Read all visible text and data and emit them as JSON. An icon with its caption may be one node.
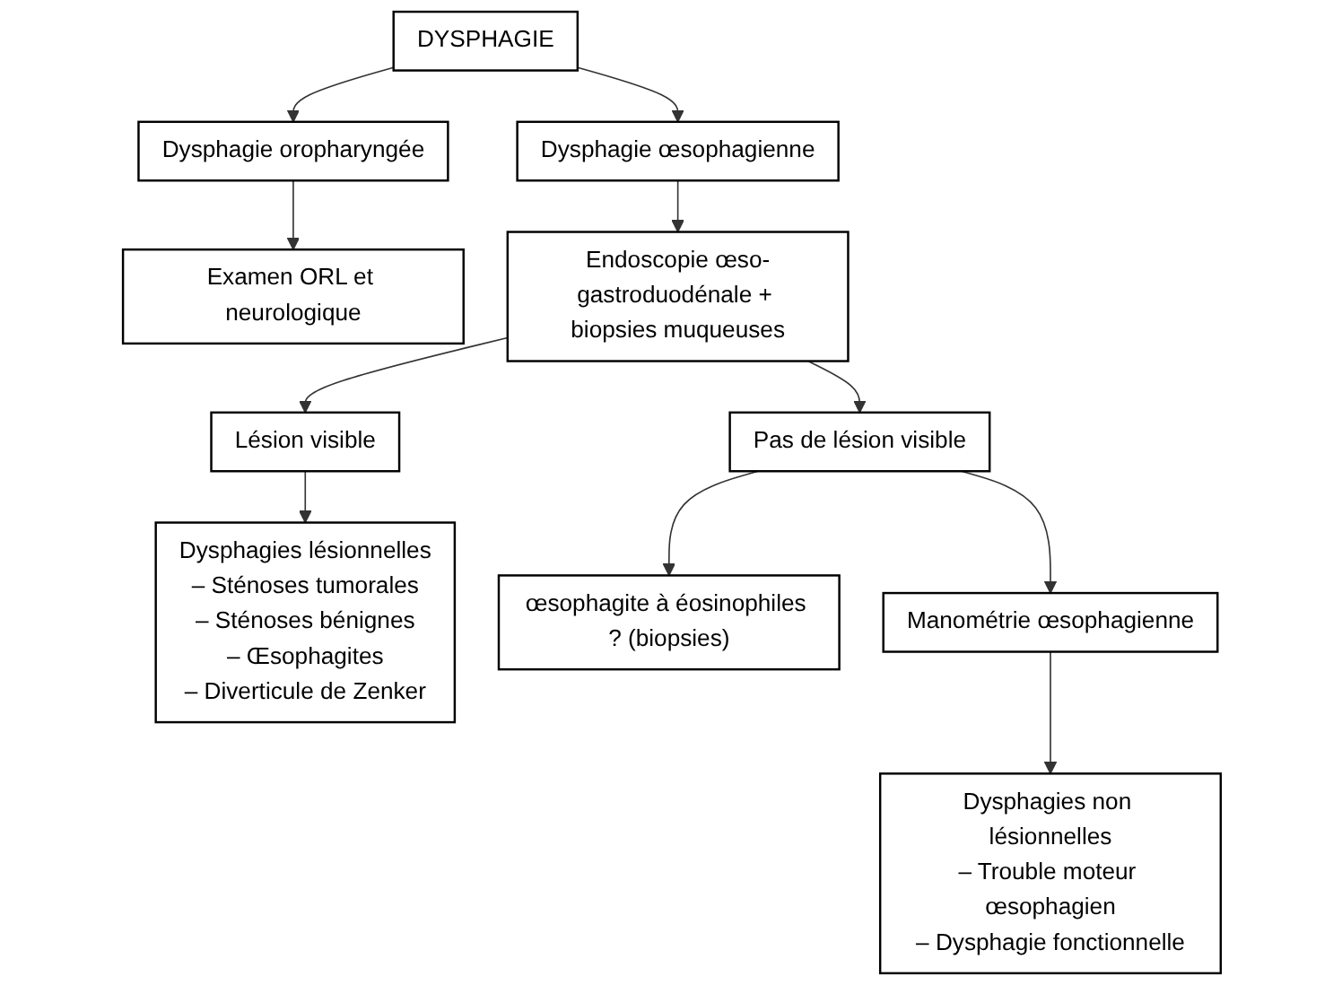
{
  "diagram": {
    "nodes": [
      {
        "text": [
          "DYSPHAGIE"
        ]
      },
      {
        "text": [
          "Dysphagie oropharyngée"
        ]
      },
      {
        "text": [
          "Dysphagie œsophagienne"
        ]
      },
      {
        "text": [
          "Examen ORL et neurologique"
        ]
      },
      {
        "text": [
          "Endoscopie œso-gastroduodénale + biopsies muqueuses"
        ]
      },
      {
        "text": [
          "Lésion visible"
        ]
      },
      {
        "text": [
          "Pas de lésion visible"
        ]
      },
      {
        "text": [
          "Dysphagies lésionnelles",
          "– Sténoses tumorales",
          "– Sténoses bénignes",
          "– Œsophagites",
          "– Diverticule de Zenker"
        ]
      },
      {
        "text": [
          "œsophagite à éosinophiles ? (biopsies)"
        ]
      },
      {
        "text": [
          "Manométrie œsophagienne"
        ]
      },
      {
        "text": [
          "Dysphagies non lésionnelles",
          "– Trouble moteur œsophagien",
          "– Dysphagie fonctionnelle"
        ]
      }
    ],
    "edges": [
      {
        "from": 0,
        "to": 1,
        "arrow": "to"
      },
      {
        "from": 0,
        "to": 2,
        "arrow": "to"
      },
      {
        "from": 1,
        "to": 3,
        "arrow": "to"
      },
      {
        "from": 2,
        "to": 4,
        "arrow": "to"
      },
      {
        "from": 4,
        "to": 5,
        "arrow": "to"
      },
      {
        "from": 4,
        "to": 6,
        "arrow": "to"
      },
      {
        "from": 5,
        "to": 7,
        "arrow": "to"
      },
      {
        "from": 6,
        "to": 8,
        "arrow": "to"
      },
      {
        "from": 6,
        "to": 9,
        "arrow": "to"
      },
      {
        "from": 9,
        "to": 10,
        "arrow": "to"
      }
    ]
  }
}
